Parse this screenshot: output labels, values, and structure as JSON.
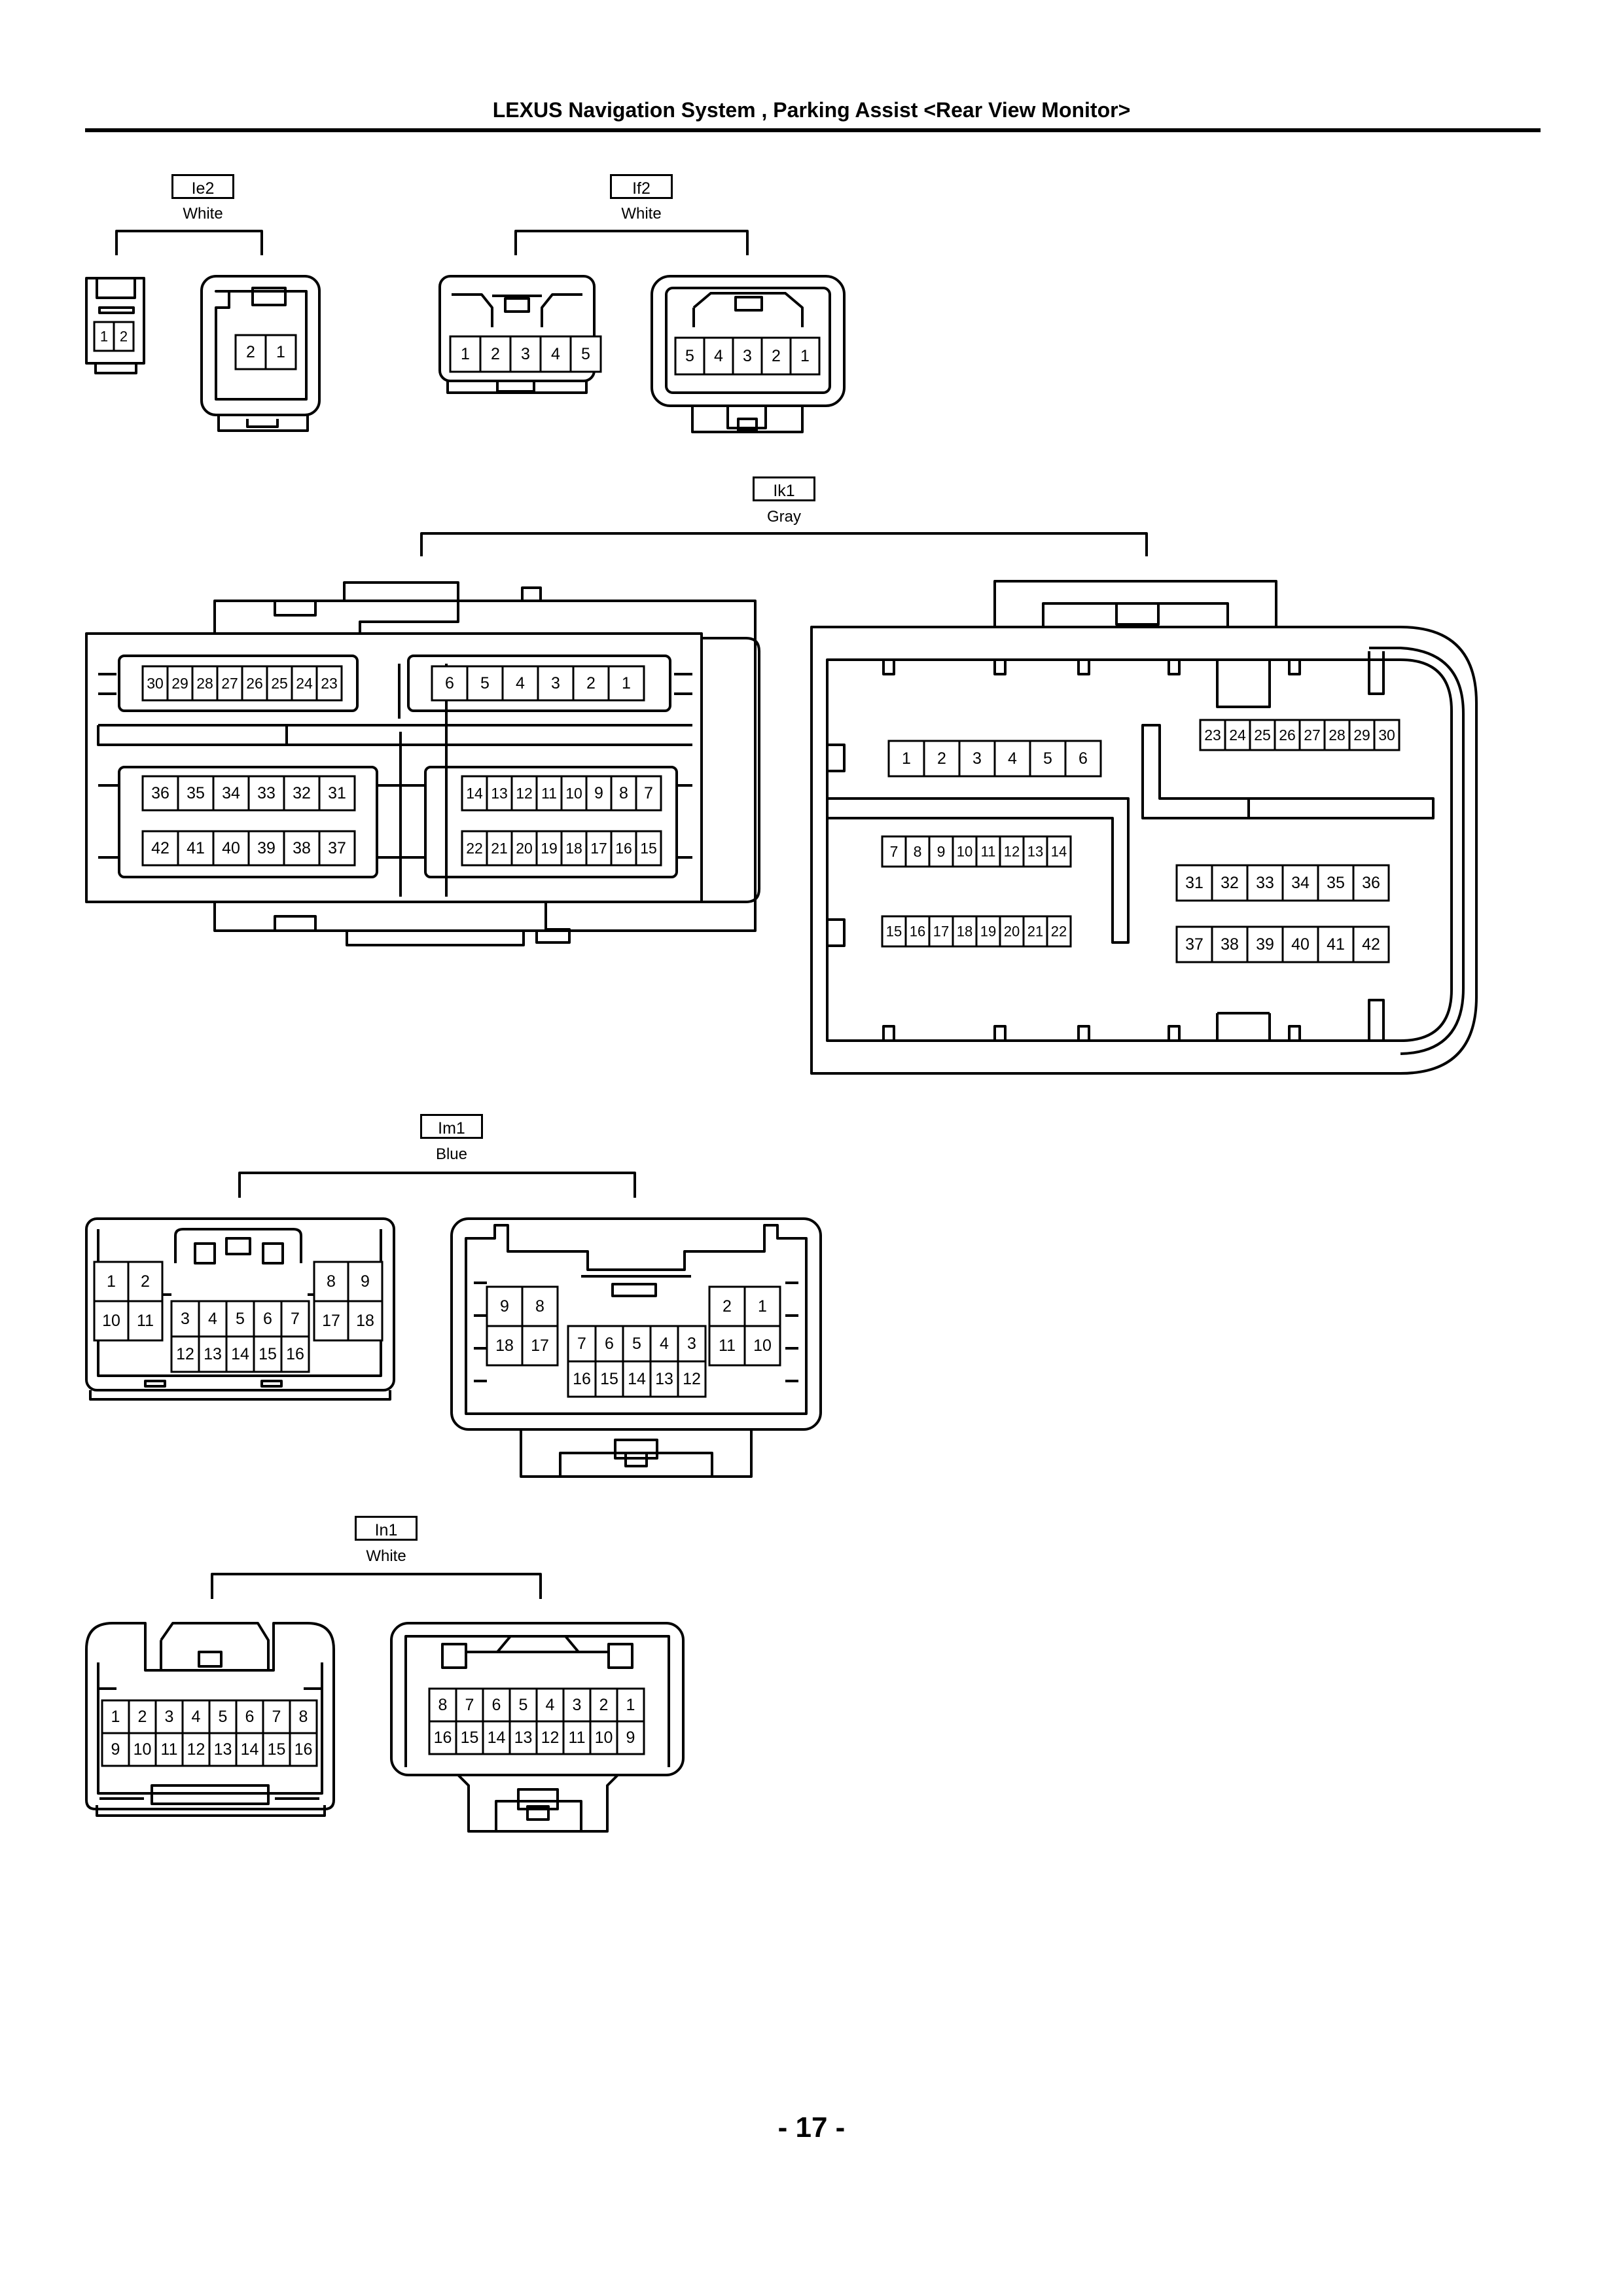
{
  "header": {
    "title": "LEXUS Navigation System , Parking Assist <Rear View Monitor>"
  },
  "footer": {
    "page": "- 17 -"
  },
  "connectors": {
    "ie2": {
      "code": "Ie2",
      "color": "White",
      "small": [
        "1",
        "2"
      ],
      "large": [
        "2",
        "1"
      ]
    },
    "if2": {
      "code": "If2",
      "color": "White",
      "left": [
        "1",
        "2",
        "3",
        "4",
        "5"
      ],
      "right": [
        "5",
        "4",
        "3",
        "2",
        "1"
      ]
    },
    "ik1": {
      "code": "Ik1",
      "color": "Gray",
      "left": {
        "r1a": [
          "30",
          "29",
          "28",
          "27",
          "26",
          "25",
          "24",
          "23"
        ],
        "r1b": [
          "6",
          "5",
          "4",
          "3",
          "2",
          "1"
        ],
        "r2a": [
          "36",
          "35",
          "34",
          "33",
          "32",
          "31"
        ],
        "r2b": [
          "14",
          "13",
          "12",
          "11",
          "10",
          "9",
          "8",
          "7"
        ],
        "r3a": [
          "42",
          "41",
          "40",
          "39",
          "38",
          "37"
        ],
        "r3b": [
          "22",
          "21",
          "20",
          "19",
          "18",
          "17",
          "16",
          "15"
        ]
      },
      "right": {
        "r1": [
          "1",
          "2",
          "3",
          "4",
          "5",
          "6"
        ],
        "r2": [
          "23",
          "24",
          "25",
          "26",
          "27",
          "28",
          "29",
          "30"
        ],
        "r3": [
          "7",
          "8",
          "9",
          "10",
          "11",
          "12",
          "13",
          "14"
        ],
        "r4": [
          "31",
          "32",
          "33",
          "34",
          "35",
          "36"
        ],
        "r5": [
          "15",
          "16",
          "17",
          "18",
          "19",
          "20",
          "21",
          "22"
        ],
        "r6": [
          "37",
          "38",
          "39",
          "40",
          "41",
          "42"
        ]
      }
    },
    "im1": {
      "code": "Im1",
      "color": "Blue",
      "left": {
        "a": [
          "1",
          "2"
        ],
        "b": [
          "10",
          "11"
        ],
        "c": [
          "3",
          "4",
          "5",
          "6",
          "7"
        ],
        "d": [
          "12",
          "13",
          "14",
          "15",
          "16"
        ],
        "e": [
          "8",
          "9"
        ],
        "f": [
          "17",
          "18"
        ]
      },
      "right": {
        "a": [
          "9",
          "8"
        ],
        "b": [
          "18",
          "17"
        ],
        "c": [
          "7",
          "6",
          "5",
          "4",
          "3"
        ],
        "d": [
          "16",
          "15",
          "14",
          "13",
          "12"
        ],
        "e": [
          "2",
          "1"
        ],
        "f": [
          "11",
          "10"
        ]
      }
    },
    "in1": {
      "code": "In1",
      "color": "White",
      "left": {
        "r1": [
          "1",
          "2",
          "3",
          "4",
          "5",
          "6",
          "7",
          "8"
        ],
        "r2": [
          "9",
          "10",
          "11",
          "12",
          "13",
          "14",
          "15",
          "16"
        ]
      },
      "right": {
        "r1": [
          "8",
          "7",
          "6",
          "5",
          "4",
          "3",
          "2",
          "1"
        ],
        "r2": [
          "16",
          "15",
          "14",
          "13",
          "12",
          "11",
          "10",
          "9"
        ]
      }
    }
  }
}
